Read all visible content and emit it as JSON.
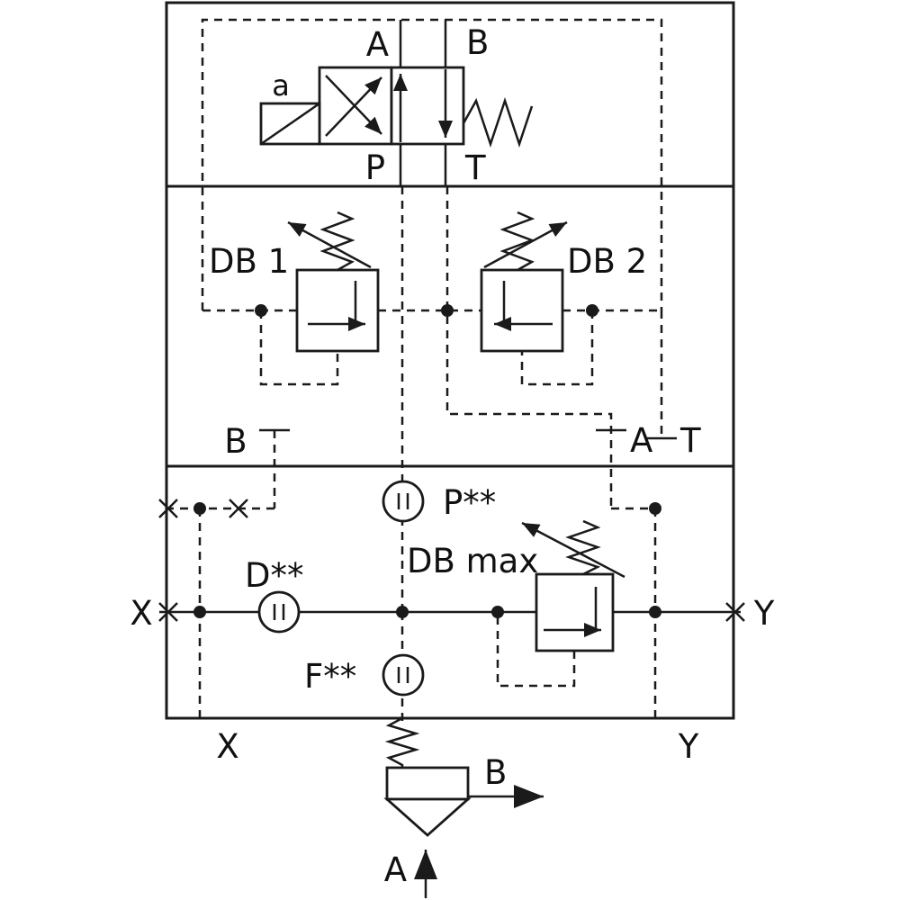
{
  "labels": {
    "valve_port_a": "A",
    "valve_port_b": "B",
    "valve_port_p": "P",
    "valve_port_t": "T",
    "solenoid_a": "a",
    "relief_db1": "DB 1",
    "relief_db2": "DB 2",
    "relief_db_max": "DB max",
    "mid_port_b": "B",
    "mid_port_a": "A",
    "mid_port_t": "T",
    "meas_p": "P**",
    "meas_d": "D**",
    "meas_f": "F**",
    "side_port_x": "X",
    "side_port_y": "Y",
    "bottom_port_x": "X",
    "bottom_port_y": "Y",
    "out_port_b": "B",
    "in_port_a": "A"
  },
  "colors": {
    "line": "#1a1a1a",
    "background": "#ffffff"
  }
}
